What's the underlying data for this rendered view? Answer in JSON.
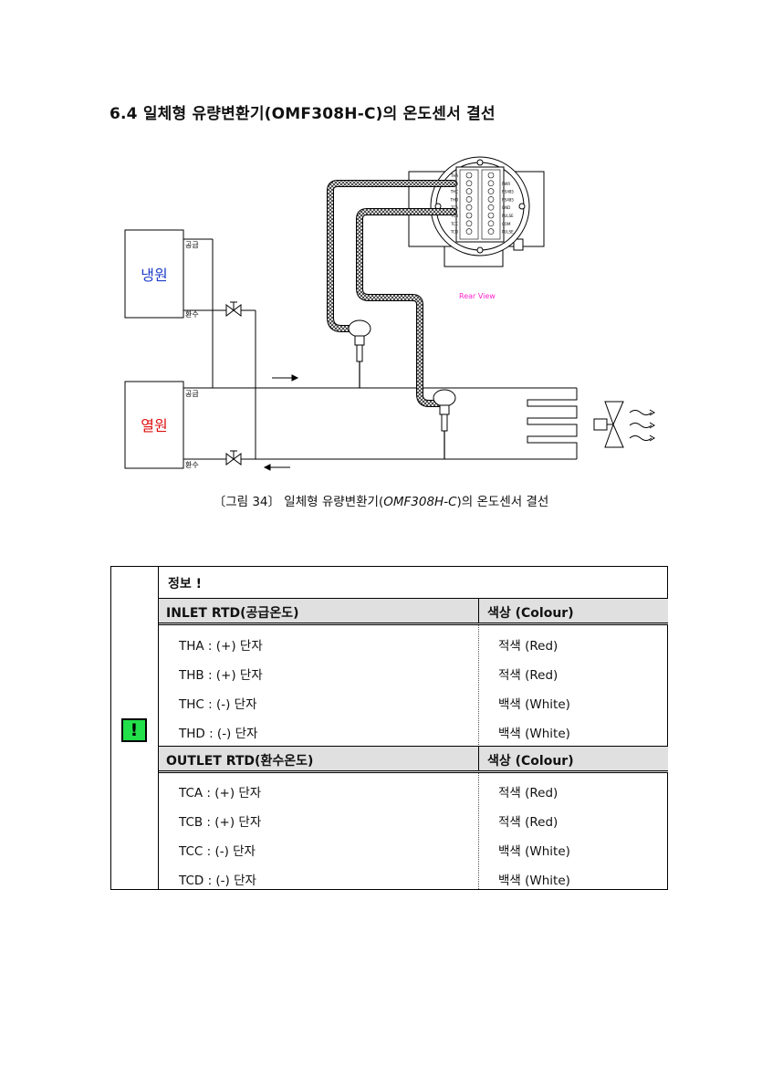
{
  "section_title": "6.4 일체형 유량변환기(OMF308H-C)의 온도센서 결선",
  "diagram": {
    "chiller_label": "냉원",
    "heater_label": "열원",
    "supply_label": "공급",
    "return_label": "환수",
    "rear_view_label": "Rear View",
    "terminal_labels_left": [
      "THA",
      "THB",
      "THC",
      "THD",
      "TCA",
      "TCB",
      "TCC",
      "TCD"
    ],
    "terminal_labels_right": [
      "",
      "PWR",
      "RS485",
      "RS485",
      "GND",
      "PULSE",
      "COM",
      "PULSE"
    ],
    "colors": {
      "chiller_text": "#1e3cc8",
      "heater_text": "#e01010",
      "rear_view_text": "#ff22cc"
    }
  },
  "caption": {
    "prefix": "〔그림 34〕 일체형 유량변환기(",
    "model": "OMF308H-C",
    "suffix": ")의 온도센서 결선"
  },
  "info": {
    "title": "정보 !",
    "icon": "warning-exclamation-icon",
    "icon_glyph": "!",
    "icon_color": "#22e04a",
    "inlet": {
      "header": "INLET RTD(공급온도)",
      "color_header": "색상 (Colour)",
      "rows": [
        {
          "terminal": "THA : (+) 단자",
          "color": "적색 (Red)"
        },
        {
          "terminal": "THB : (+) 단자",
          "color": "적색 (Red)"
        },
        {
          "terminal": "THC : (-) 단자",
          "color": "백색 (White)"
        },
        {
          "terminal": "THD : (-) 단자",
          "color": "백색 (White)"
        }
      ]
    },
    "outlet": {
      "header": "OUTLET RTD(환수온도)",
      "color_header": "색상 (Colour)",
      "rows": [
        {
          "terminal": "TCA : (+) 단자",
          "color": "적색 (Red)"
        },
        {
          "terminal": "TCB : (+) 단자",
          "color": "적색 (Red)"
        },
        {
          "terminal": "TCC : (-) 단자",
          "color": "백색 (White)"
        },
        {
          "terminal": "TCD : (-) 단자",
          "color": "백색 (White)"
        }
      ]
    }
  }
}
